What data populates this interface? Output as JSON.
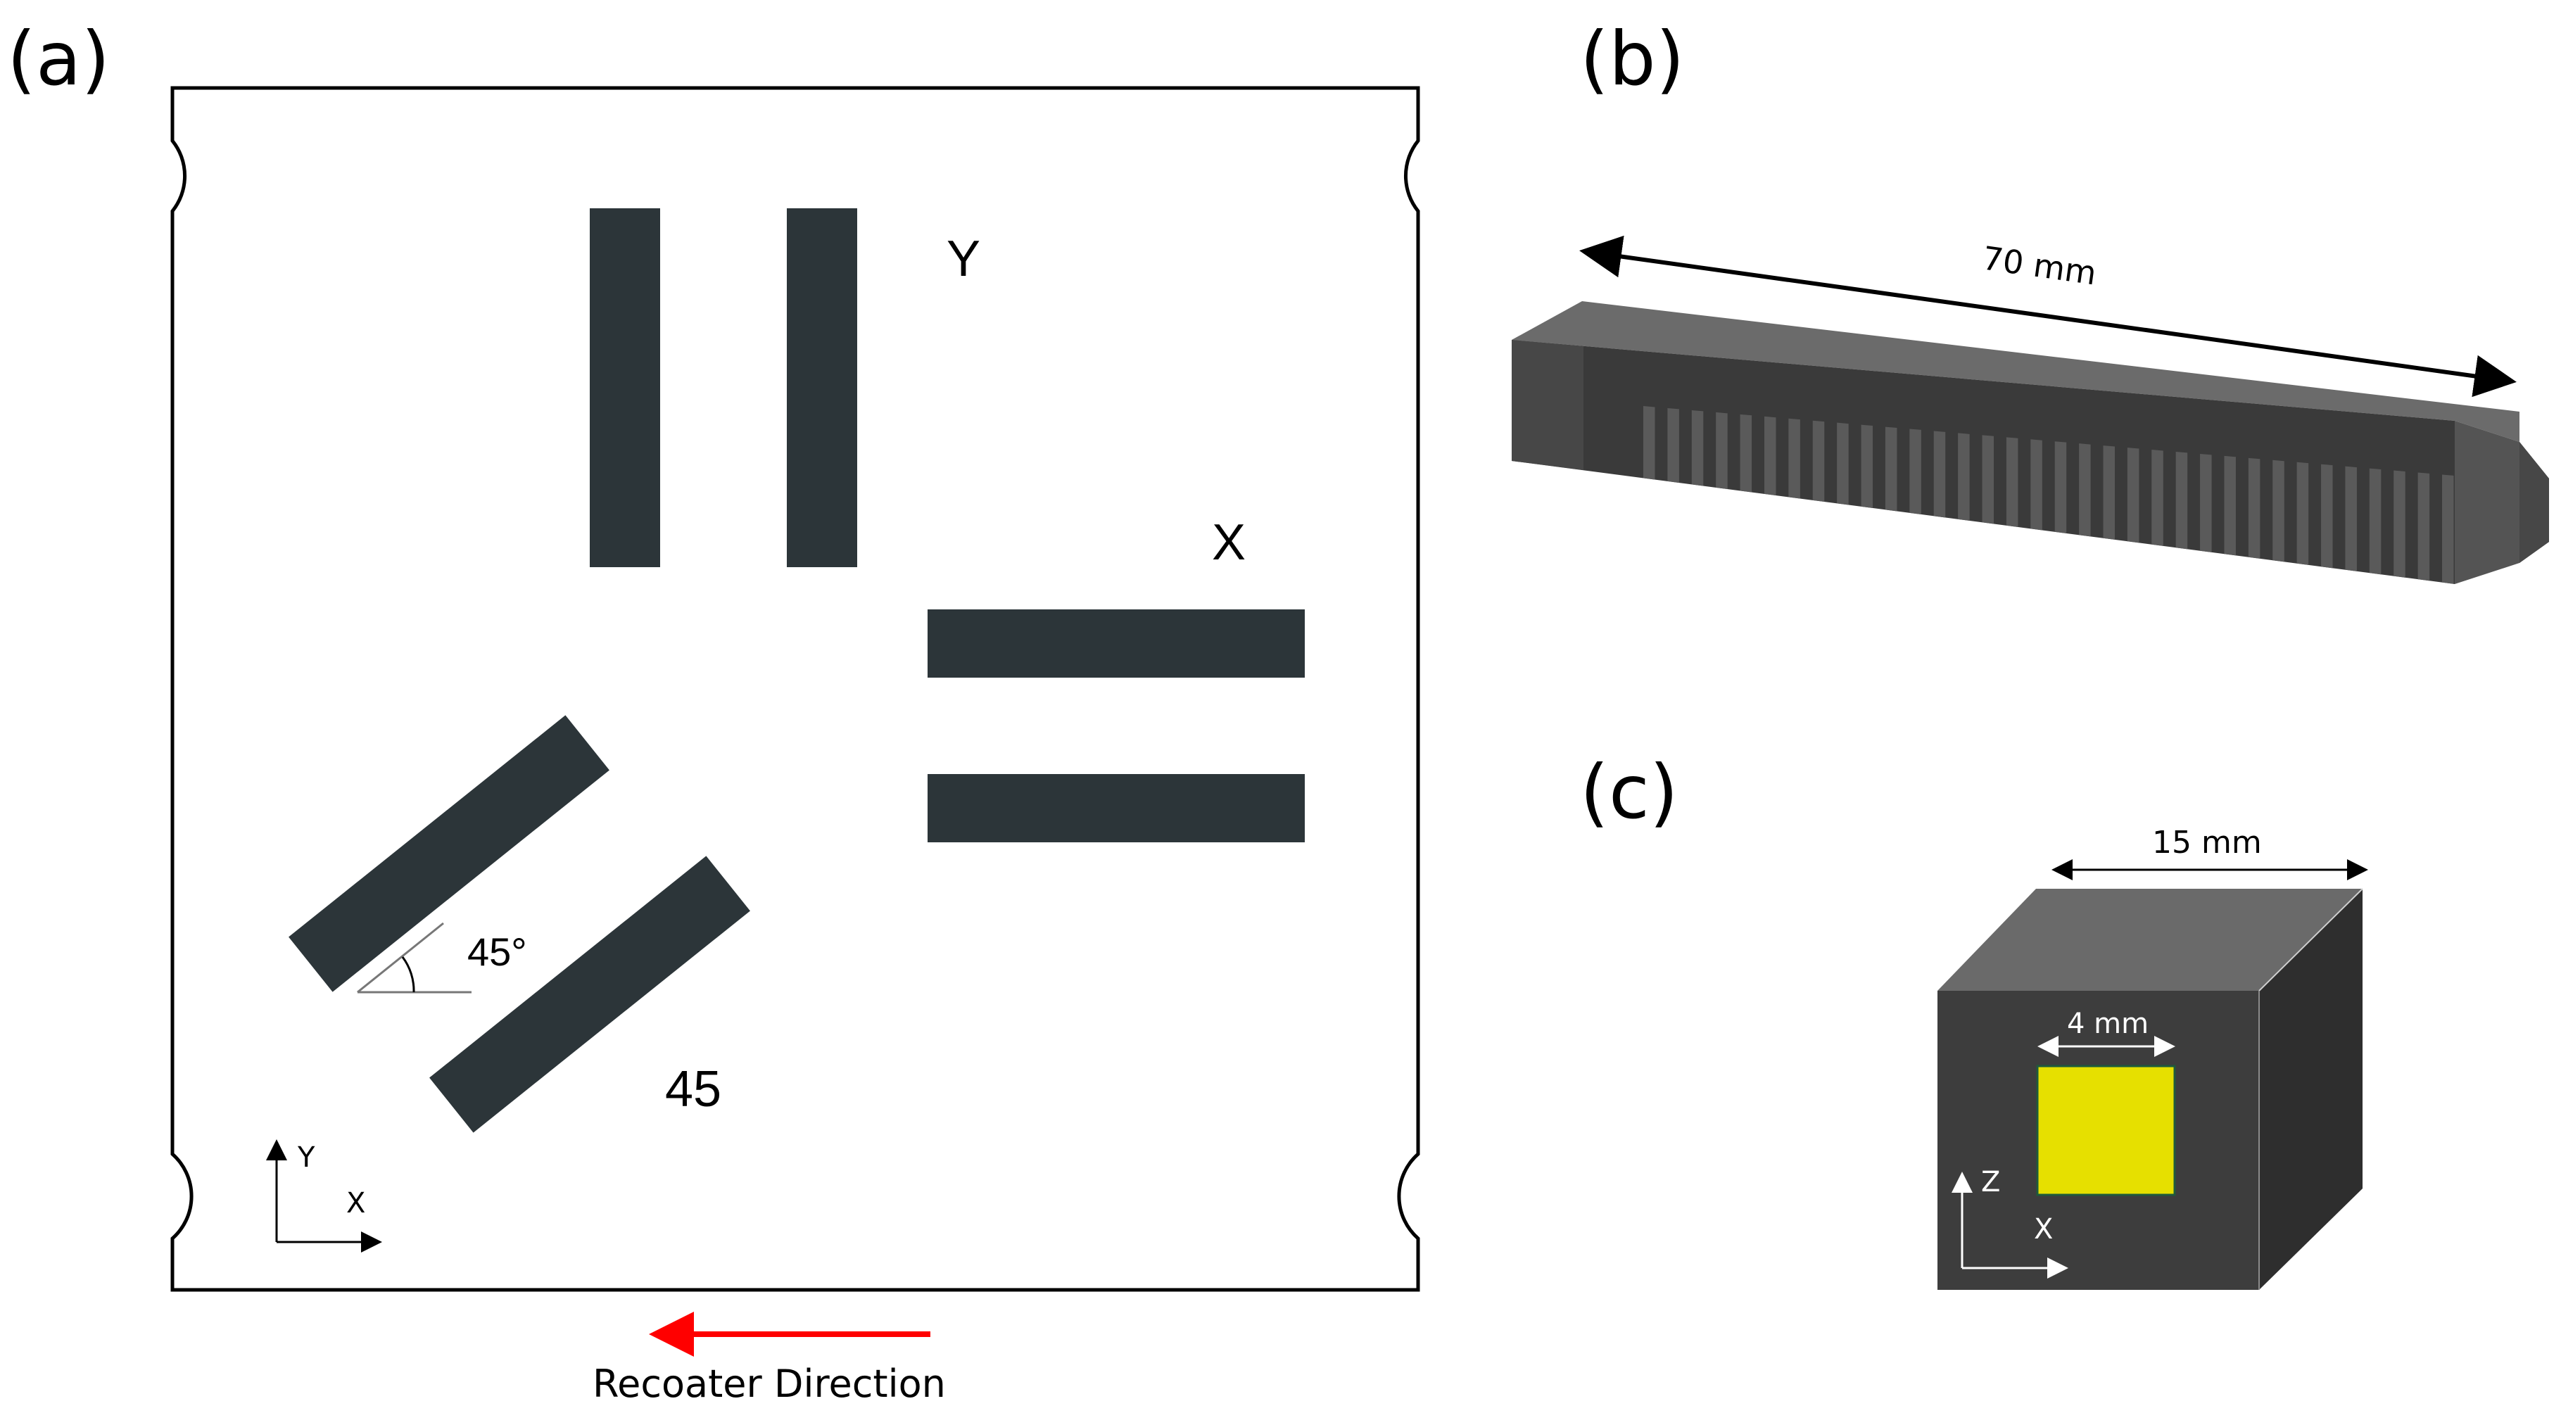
{
  "panels": {
    "a": {
      "label": "(a)",
      "group_labels": {
        "y_group": "Y",
        "x_group": "X",
        "diag_group": "45"
      },
      "angle_label": "45°",
      "axes": {
        "y": "Y",
        "x": "X"
      },
      "recoater": {
        "text": "Recoater Direction",
        "arrow_color": "#ff0000"
      }
    },
    "b": {
      "label": "(b)",
      "dimension": "70 mm"
    },
    "c": {
      "label": "(c)",
      "outer_dimension": "15 mm",
      "inner_dimension": "4 mm",
      "axes": {
        "z": "Z",
        "x": "X"
      },
      "highlight_color": "#e6e000"
    }
  },
  "colors": {
    "specimen": "#2c3539",
    "cube_front": "#3d3d3d",
    "cube_top": "#6a6a6a",
    "cube_side": "#2e2e2e",
    "beam_top": "#6b6b6b",
    "beam_front": "#3a3a3a"
  }
}
